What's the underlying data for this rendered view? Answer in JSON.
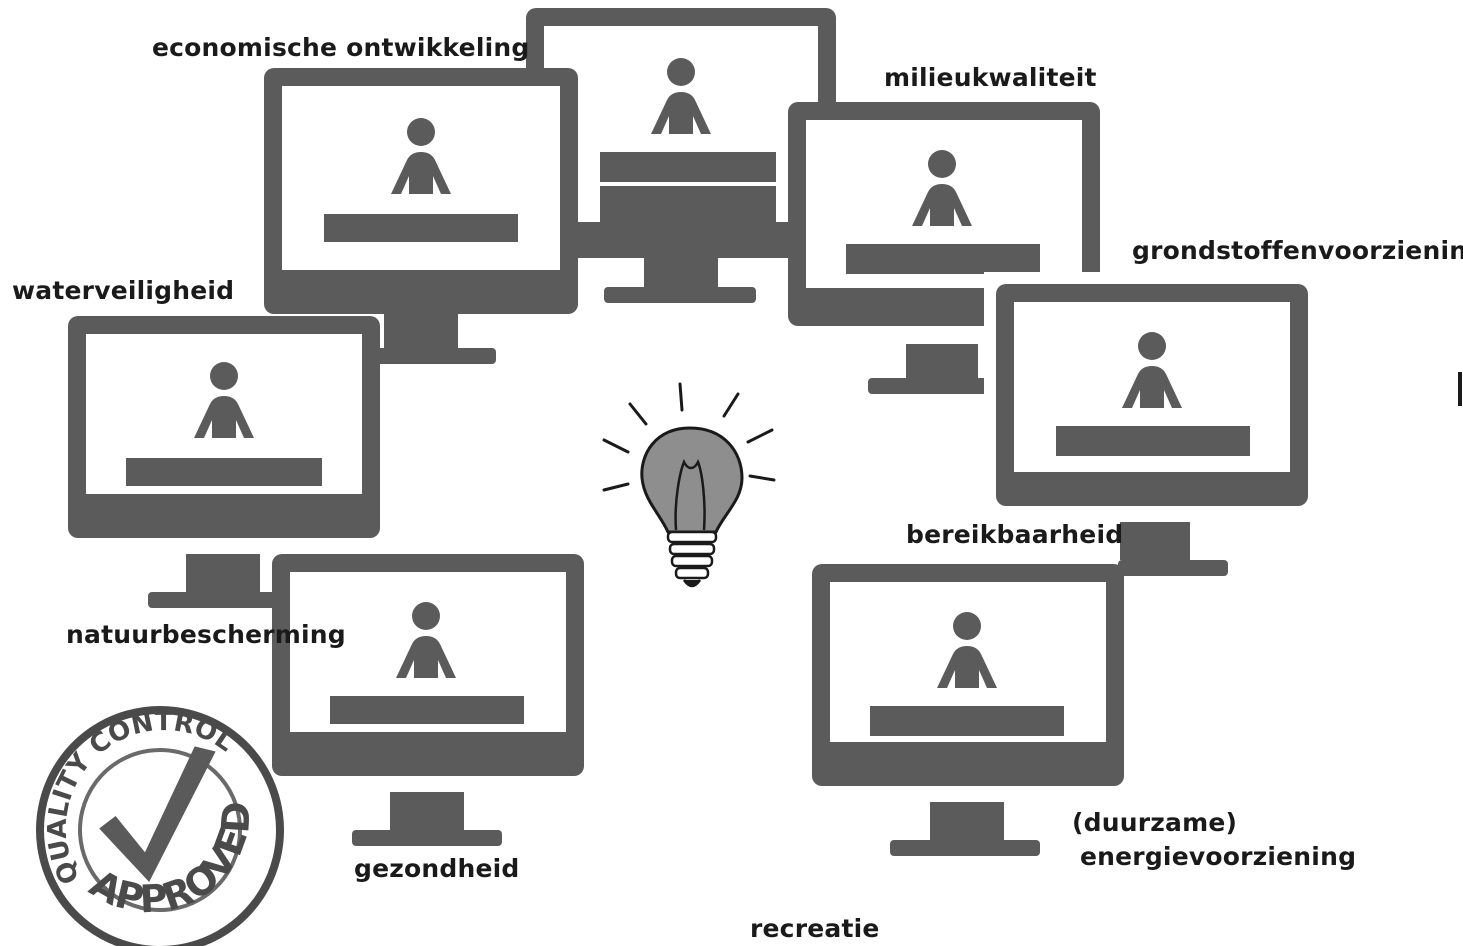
{
  "topics": [
    {
      "key": "economische",
      "label": "economische ontwikkeling"
    },
    {
      "key": "milieu",
      "label": "milieukwaliteit"
    },
    {
      "key": "grondstoffen",
      "label": "grondstoffenvoorziening"
    },
    {
      "key": "water",
      "label": "waterveiligheid"
    },
    {
      "key": "bereikbaarheid",
      "label": "bereikbaarheid"
    },
    {
      "key": "natuur",
      "label": "natuurbescherming"
    },
    {
      "key": "gezondheid",
      "label": "gezondheid"
    },
    {
      "key": "energie",
      "label_line1": "(duurzame)",
      "label_line2": "energievoorziening"
    },
    {
      "key": "recreatie",
      "label": "recreatie"
    }
  ],
  "stamp": {
    "text_top": "QUALITY CONTROL",
    "text_bottom": "APPROVED"
  },
  "colors": {
    "monitor": "#5b5b5b",
    "text": "#1a1a1a",
    "bulb": "#8e8e8e"
  },
  "icons": [
    "monitor-person-icon",
    "light-bulb-icon",
    "quality-approved-stamp"
  ]
}
